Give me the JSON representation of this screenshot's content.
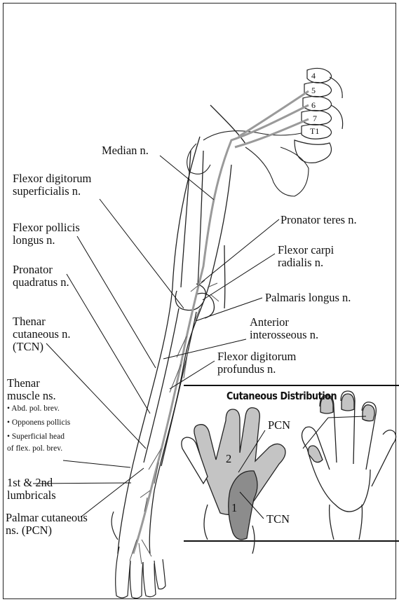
{
  "labels": {
    "median": "Median n.",
    "fds": "Flexor digitorum\nsuperficialis n.",
    "fpl": "Flexor pollicis\nlongus n.",
    "pq": "Pronator\nquadratus n.",
    "tcn": "Thenar\ncutaneous n.\n(TCN)",
    "thenar_muscle": "Thenar\nmuscle ns.",
    "bullets": [
      "• Abd. pol. brev.",
      "• Opponens pollicis",
      "• Superficial head",
      "  of flex. pol. brev."
    ],
    "lumbricals": "1st & 2nd\nlumbricals",
    "pcn": "Palmar cutaneous\nns. (PCN)",
    "pronator_teres": "Pronator teres n.",
    "fcr": "Flexor carpi\nradialis n.",
    "palmaris": "Palmaris longus n.",
    "ain": "Anterior\ninterosseous n.",
    "fdp": "Flexor digitorum\nprofundus n."
  },
  "spine_levels": [
    "4",
    "5",
    "6",
    "7",
    "T1"
  ],
  "cutaneous": {
    "title": "Cutaneous Distribution",
    "pcn_label": "PCN",
    "tcn_label": "TCN",
    "region_2": "2",
    "region_1": "1"
  },
  "colors": {
    "nerve": "#9a9a9a",
    "pcn_zone": "#c4c4c4",
    "tcn_zone": "#8c8c8c",
    "outline": "#222222"
  }
}
